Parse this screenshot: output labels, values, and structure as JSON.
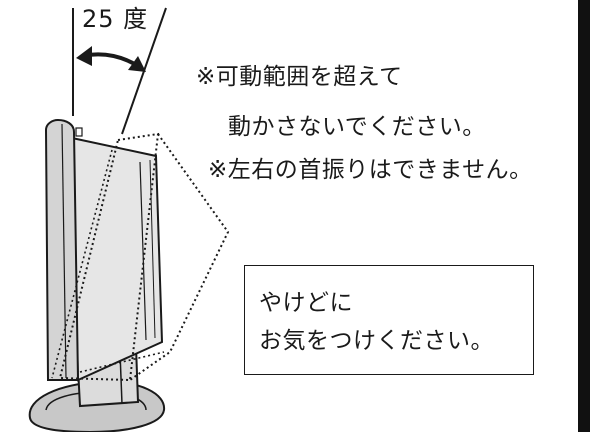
{
  "diagram": {
    "angle_label": "25 度",
    "notes": [
      "※可動範囲を超えて",
      "動かさないでください。",
      "※左右の首振りはできません。"
    ],
    "warning_box": {
      "lines": [
        "やけどに",
        "お気をつけください。"
      ]
    },
    "colors": {
      "ink": "#1a1a1a",
      "paper": "#ffffff",
      "monitor_fill": "#e6e6e6",
      "bezel_fill": "#d4d4d4",
      "base_fill": "#c8c8c8"
    }
  }
}
